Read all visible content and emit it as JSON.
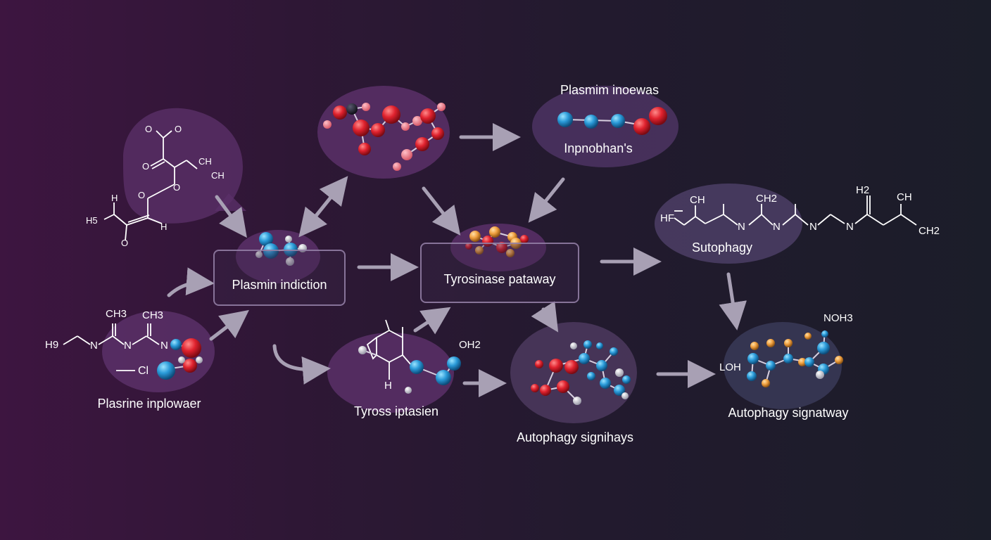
{
  "nodes": {
    "plasmin_induction": "Plasmin indiction",
    "tyrosinase_pathway": "Tyrosinase pataway",
    "plasmim_inoewas": "Plasmim inoewas",
    "inpnobhans": "Inpnobhan's",
    "sutophagy": "Sutophagy",
    "plasrine_inplowaer": "Plasrine inplowaer",
    "tyross_iptasien": "Tyross iptasien",
    "autophagy_signihays": "Autophagy signihays",
    "autophagy_signatway": "Autophagy signatway"
  },
  "chem_labels": {
    "o1": "O",
    "o2": "O",
    "o3": "O",
    "o4": "O",
    "o5": "O",
    "o6": "O",
    "ch_top": "CH",
    "ch_top2": "CH",
    "h_left": "H",
    "hs": "H5",
    "h_right": "H",
    "ch3_a": "CH3",
    "ch3_b": "CH3",
    "h9": "H9",
    "n_a": "N",
    "n_b": "N",
    "n_c": "N",
    "cl": "Cl",
    "oh2": "OH2",
    "h_ring": "H",
    "hf": "HF",
    "ch_s1": "CH",
    "ch2_s": "CH2",
    "h2_s": "H2",
    "ch_s2": "CH",
    "ch2_s2": "CH2",
    "n_s1": "N",
    "n_s2": "N",
    "n_s3": "N",
    "n_s4": "N",
    "noh3": "NOH3",
    "loh": "LOH"
  }
}
